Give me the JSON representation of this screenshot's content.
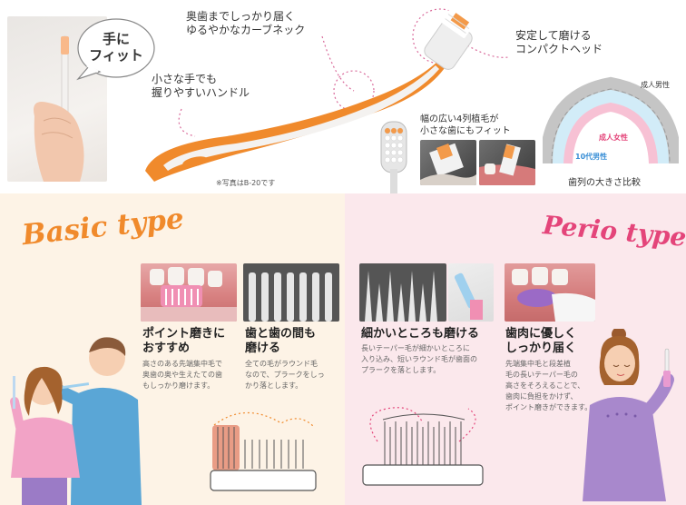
{
  "top": {
    "bubble_line1": "手に",
    "bubble_line2": "フィット",
    "callout_neck_line1": "奥歯までしっかり届く",
    "callout_neck_line2": "ゆるやかなカーブネック",
    "callout_head_line1": "安定して磨ける",
    "callout_head_line2": "コンパクトヘッド",
    "callout_handle_line1": "小さな手でも",
    "callout_handle_line2": "握りやすいハンドル",
    "bristle_line1": "幅の広い4列植毛が",
    "bristle_line2": "小さな歯にもフィット",
    "photo_note": "※写真はB-20です",
    "dental_adult_male": "成人男性",
    "dental_adult_female": "成人女性",
    "dental_teen_male": "10代男性",
    "dental_caption": "歯列の大きさ比較"
  },
  "basic": {
    "title": "Basic type",
    "col1_heading_line1": "ポイント磨きに",
    "col1_heading_line2": "おすすめ",
    "col1_desc_line1": "高さのある先端集中毛で",
    "col1_desc_line2": "奥歯の奥や生えたての歯",
    "col1_desc_line3": "もしっかり磨けます。",
    "col2_heading_line1": "歯と歯の間も",
    "col2_heading_line2": "磨ける",
    "col2_desc_line1": "全ての毛がラウンド毛",
    "col2_desc_line2": "なので、プラークをしっ",
    "col2_desc_line3": "かり落とします。"
  },
  "perio": {
    "title": "Perio type",
    "col1_heading": "細かいところも磨ける",
    "col1_desc_line1": "長いテーパー毛が細かいところに",
    "col1_desc_line2": "入り込み、短いラウンド毛が歯面の",
    "col1_desc_line3": "プラークを落とします。",
    "col2_heading_line1": "歯肉に優しく",
    "col2_heading_line2": "しっかり届く",
    "col2_desc_line1": "先端集中毛と段差植",
    "col2_desc_line2": "毛の長いテーパー毛の",
    "col2_desc_line3": "高さをそろえることで、",
    "col2_desc_line4": "歯肉に負担をかけず、",
    "col2_desc_line5": "ポイント磨きができます。"
  },
  "colors": {
    "orange": "#f08a2c",
    "pink": "#e4457a",
    "basic_bg": "#fdf3e6",
    "perio_bg": "#fbe8ec"
  }
}
